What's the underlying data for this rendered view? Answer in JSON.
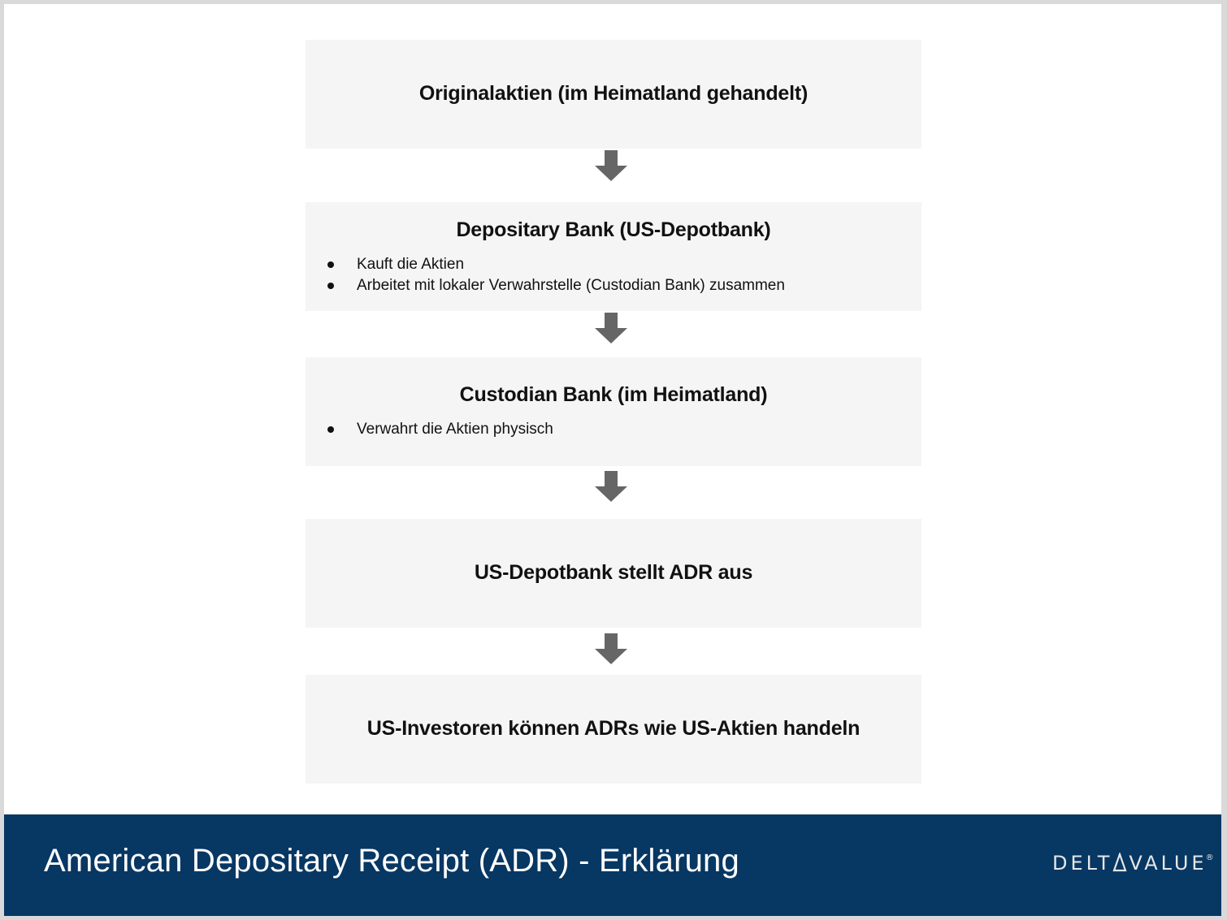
{
  "steps": [
    {
      "title": "Originalaktien (im Heimatland gehandelt)",
      "bullets": []
    },
    {
      "title": "Depositary Bank (US-Depotbank)",
      "bullets": [
        "Kauft die Aktien",
        "Arbeitet mit lokaler Verwahrstelle (Custodian Bank) zusammen"
      ]
    },
    {
      "title": "Custodian Bank (im Heimatland)",
      "bullets": [
        "Verwahrt die Aktien physisch"
      ]
    },
    {
      "title": "US-Depotbank stellt ADR aus",
      "bullets": []
    },
    {
      "title": "US-Investoren können ADRs wie US-Aktien handeln",
      "bullets": []
    }
  ],
  "footer": {
    "title": "American Depositary Receipt (ADR) - Erklärung",
    "logo_prefix": "DELT",
    "logo_suffix": "VALUE",
    "logo_mark": "®"
  },
  "colors": {
    "footer_bg": "#073763",
    "box_bg": "#f5f5f5",
    "arrow": "#666666"
  }
}
